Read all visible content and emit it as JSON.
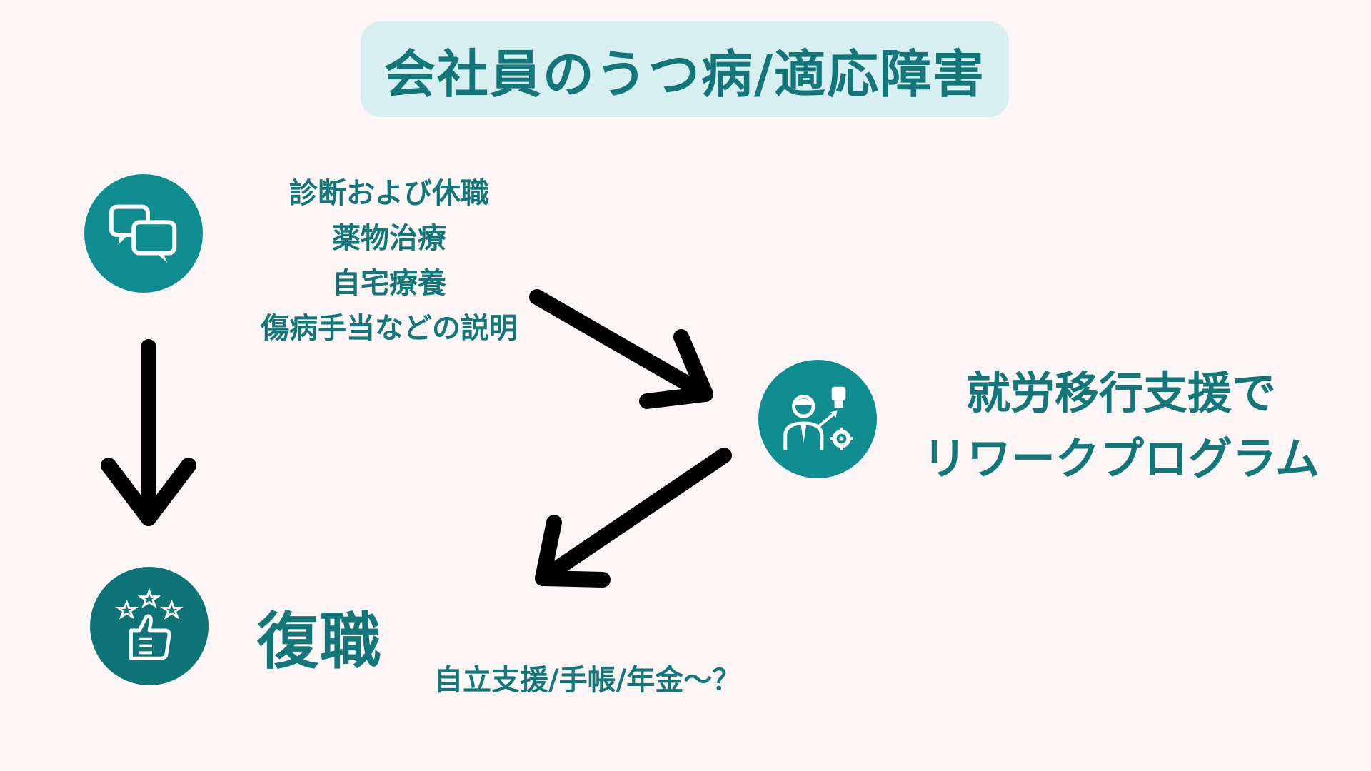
{
  "title": "会社員のうつ病/適応障害",
  "steps": [
    "診断および休職",
    "薬物治療",
    "自宅療養",
    "傷病手当などの説明"
  ],
  "program": {
    "line1": "就労移行支援で",
    "line2": "リワークプログラム"
  },
  "return_to_work": "復職",
  "note": "自立支援/手帳/年金～？",
  "icons": {
    "consult": "speech-bubbles-icon",
    "support": "person-with-gear-and-fist-icon",
    "success": "thumbs-up-with-stars-icon"
  },
  "colors": {
    "background": "#fdf6f6",
    "title_box": "#d7eff0",
    "teal": "#13777a",
    "circle": "#0f8c8f",
    "arrow": "#000000"
  }
}
